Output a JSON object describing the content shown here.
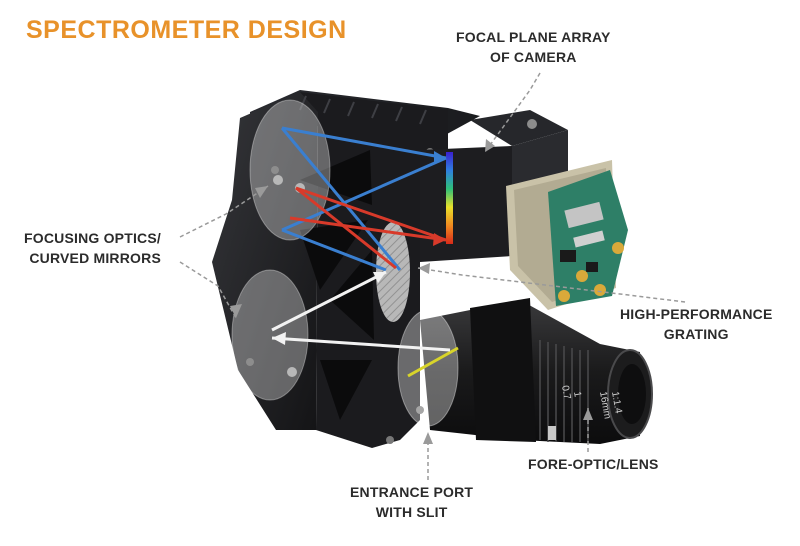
{
  "title": "SPECTROMETER DESIGN",
  "labels": {
    "focal_plane": [
      "FOCAL PLANE ARRAY",
      "OF CAMERA"
    ],
    "focusing": [
      "FOCUSING OPTICS/",
      "CURVED MIRRORS"
    ],
    "grating": [
      "HIGH-PERFORMANCE",
      "GRATING"
    ],
    "fore_optic": "FORE-OPTIC/LENS",
    "entrance": [
      "ENTRANCE PORT",
      "WITH SLIT"
    ]
  },
  "lens_markings": [
    "0.7",
    "1",
    "16mm",
    "1:1.4"
  ],
  "colors": {
    "title": "#e8922a",
    "text": "#2b2b2b",
    "housing": "#1f1f22",
    "pcb": "#2e7f67",
    "ray_blue": "#3a7fd0",
    "ray_red": "#d83a2a",
    "ray_white": "#f2f2f2",
    "slit": "#d8d42a",
    "leader": "#9a9a9a"
  }
}
